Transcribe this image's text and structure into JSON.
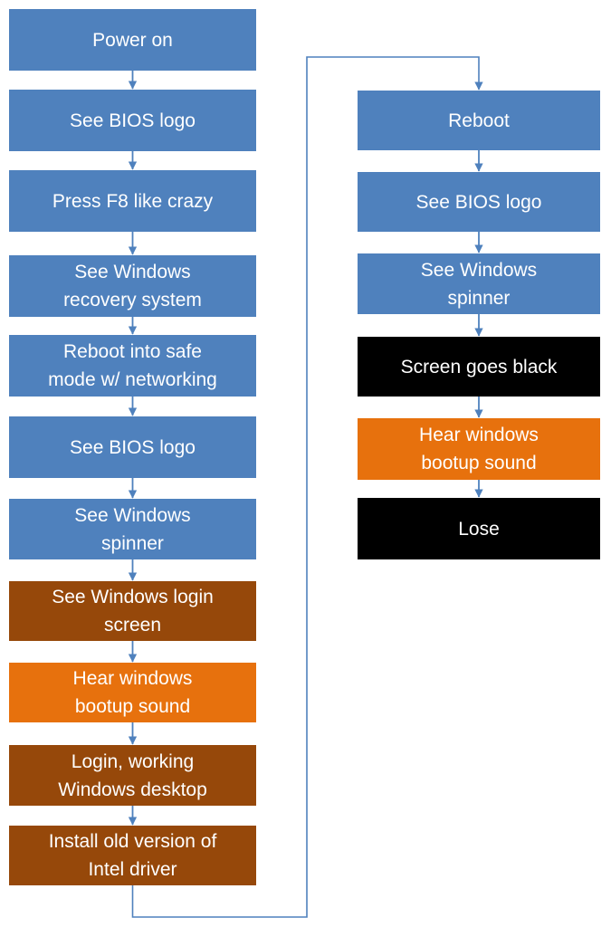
{
  "colors": {
    "background": "#ffffff",
    "text": "#ffffff",
    "connector": "#4f81bd",
    "node_blue": "#4f81bd",
    "node_brown": "#96480a",
    "node_orange": "#e7710d",
    "node_black": "#000000"
  },
  "flowchart": {
    "type": "flowchart",
    "left_column": [
      {
        "id": "power-on",
        "label": "Power on",
        "variant": "blue"
      },
      {
        "id": "see-bios-logo-1",
        "label": "See BIOS logo",
        "variant": "blue"
      },
      {
        "id": "press-f8",
        "label": "Press F8 like crazy",
        "variant": "blue"
      },
      {
        "id": "see-windows-recovery",
        "label": "See Windows\nrecovery system",
        "variant": "blue"
      },
      {
        "id": "reboot-safe-mode",
        "label": "Reboot into safe\nmode w/ networking",
        "variant": "blue"
      },
      {
        "id": "see-bios-logo-2",
        "label": "See BIOS logo",
        "variant": "blue"
      },
      {
        "id": "see-windows-spinner-1",
        "label": "See Windows\nspinner",
        "variant": "blue"
      },
      {
        "id": "see-windows-login",
        "label": "See Windows login\nscreen",
        "variant": "brown"
      },
      {
        "id": "hear-bootup-sound-1",
        "label": "Hear windows\nbootup sound",
        "variant": "orange"
      },
      {
        "id": "login-working-desktop",
        "label": "Login, working\nWindows desktop",
        "variant": "brown"
      },
      {
        "id": "install-old-intel-driver",
        "label": "Install old version of\nIntel driver",
        "variant": "brown"
      }
    ],
    "right_column": [
      {
        "id": "reboot",
        "label": "Reboot",
        "variant": "blue"
      },
      {
        "id": "see-bios-logo-3",
        "label": "See BIOS logo",
        "variant": "blue"
      },
      {
        "id": "see-windows-spinner-2",
        "label": "See Windows\nspinner",
        "variant": "blue"
      },
      {
        "id": "screen-goes-black",
        "label": "Screen goes black",
        "variant": "black"
      },
      {
        "id": "hear-bootup-sound-2",
        "label": "Hear windows\nbootup sound",
        "variant": "orange"
      },
      {
        "id": "lose",
        "label": "Lose",
        "variant": "black"
      }
    ],
    "edges": [
      {
        "from": "power-on",
        "to": "see-bios-logo-1"
      },
      {
        "from": "see-bios-logo-1",
        "to": "press-f8"
      },
      {
        "from": "press-f8",
        "to": "see-windows-recovery"
      },
      {
        "from": "see-windows-recovery",
        "to": "reboot-safe-mode"
      },
      {
        "from": "reboot-safe-mode",
        "to": "see-bios-logo-2"
      },
      {
        "from": "see-bios-logo-2",
        "to": "see-windows-spinner-1"
      },
      {
        "from": "see-windows-spinner-1",
        "to": "see-windows-login"
      },
      {
        "from": "see-windows-login",
        "to": "hear-bootup-sound-1"
      },
      {
        "from": "hear-bootup-sound-1",
        "to": "login-working-desktop"
      },
      {
        "from": "login-working-desktop",
        "to": "install-old-intel-driver"
      },
      {
        "from": "install-old-intel-driver",
        "to": "reboot",
        "type": "elbow-loop"
      },
      {
        "from": "reboot",
        "to": "see-bios-logo-3"
      },
      {
        "from": "see-bios-logo-3",
        "to": "see-windows-spinner-2"
      },
      {
        "from": "see-windows-spinner-2",
        "to": "screen-goes-black"
      },
      {
        "from": "screen-goes-black",
        "to": "hear-bootup-sound-2"
      },
      {
        "from": "hear-bootup-sound-2",
        "to": "lose"
      }
    ]
  }
}
